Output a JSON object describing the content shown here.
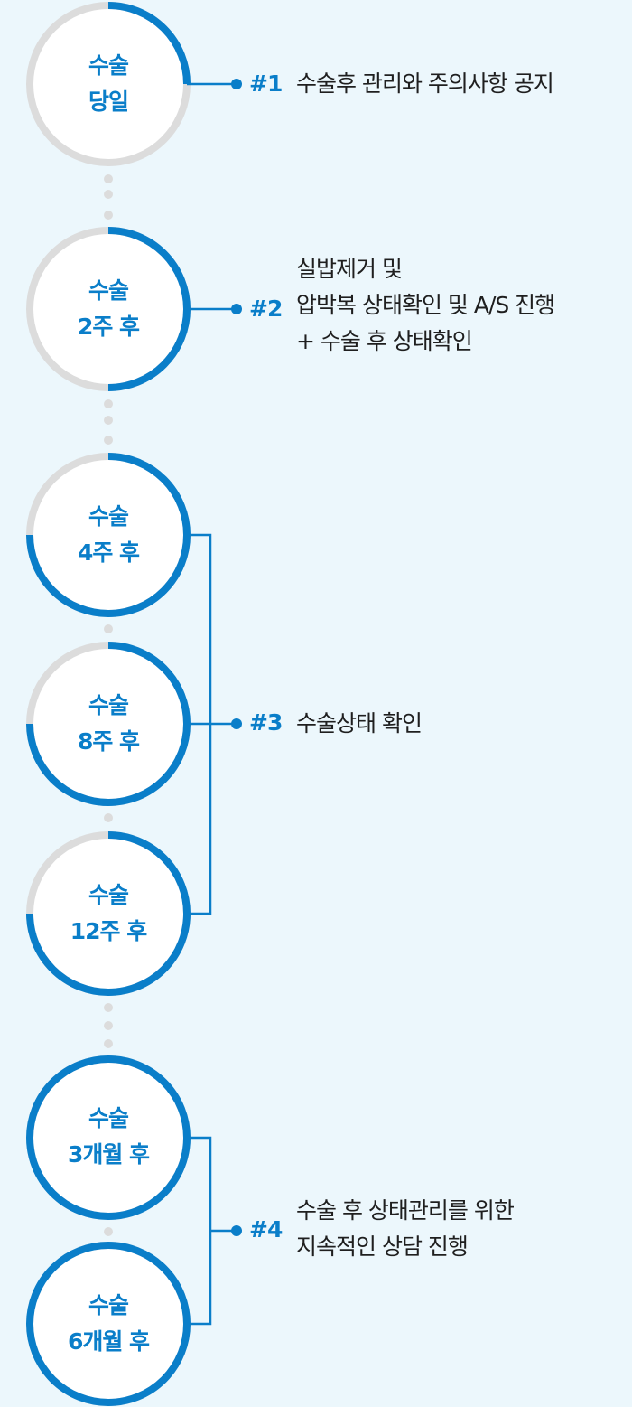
{
  "colors": {
    "accent": "#0a7ec9",
    "track": "#dcdcdc",
    "background": "#ecf7fc",
    "text": "#1f1f1f"
  },
  "milestones": [
    {
      "line1": "수술",
      "line2": "당일",
      "progress": 0.25
    },
    {
      "line1": "수술",
      "line2": "2주 후",
      "progress": 0.5
    },
    {
      "line1": "수술",
      "line2": "4주 후",
      "progress": 0.75
    },
    {
      "line1": "수술",
      "line2": "8주 후",
      "progress": 0.75
    },
    {
      "line1": "수술",
      "line2": "12주 후",
      "progress": 0.75
    },
    {
      "line1": "수술",
      "line2": "3개월 후",
      "progress": 1.0
    },
    {
      "line1": "수술",
      "line2": "6개월 후",
      "progress": 1.0
    }
  ],
  "steps": [
    {
      "number": "#1",
      "lines": [
        "수술후 관리와 주의사항 공지"
      ]
    },
    {
      "number": "#2",
      "lines": [
        "실밥제거 및",
        "압박복 상태확인 및 A/S 진행",
        "+ 수술 후 상태확인"
      ]
    },
    {
      "number": "#3",
      "lines": [
        "수술상태 확인"
      ]
    },
    {
      "number": "#4",
      "lines": [
        "수술 후 상태관리를 위한",
        "지속적인 상담 진행"
      ]
    }
  ]
}
